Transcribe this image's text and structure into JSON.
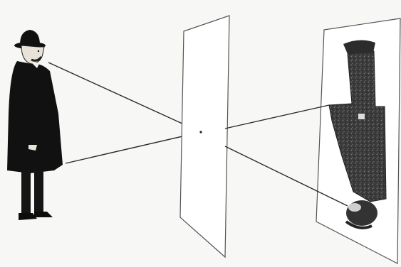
{
  "figure": {
    "elements": [
      "observer",
      "aperture-screen",
      "projection-screen",
      "inverted-image"
    ],
    "colors": {
      "background": "#f7f7f5",
      "ink": "#111111",
      "ray": "#2a2a2a",
      "plane": "#ffffff",
      "plane_edge": "#555555",
      "image_fill": "#3a3a3a"
    }
  }
}
